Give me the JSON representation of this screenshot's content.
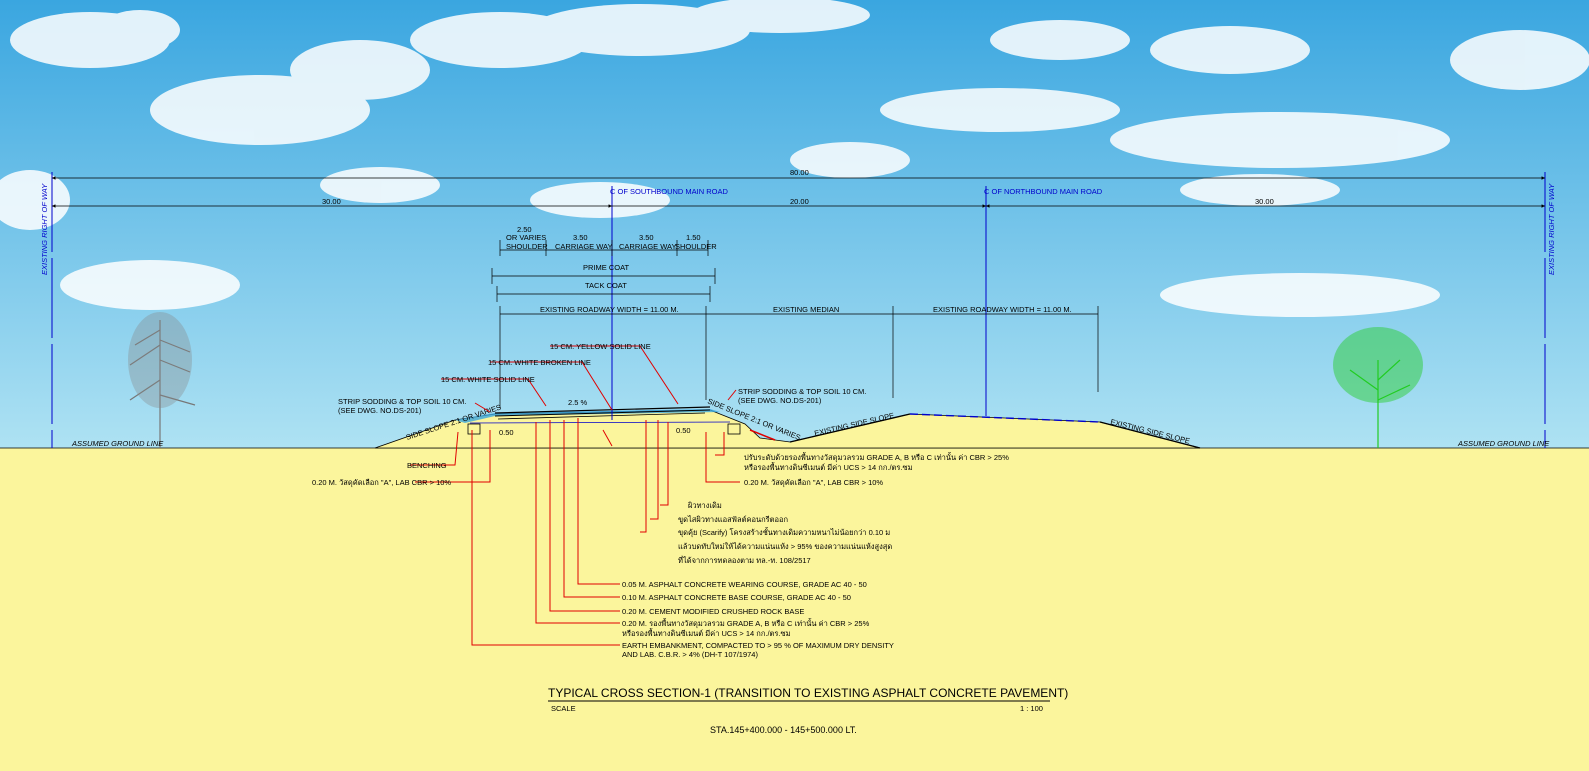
{
  "colors": {
    "sky_top": "#3aa6e0",
    "sky_bottom": "#a9dff2",
    "ground": "#fbf59c",
    "leader": "#e00000",
    "dimension": "#000000",
    "centerline": "#0000cc",
    "tree_left": "#777777",
    "tree_right": "#22cc22"
  },
  "dimensions": {
    "total_width": "80.00",
    "left_row": "30.00",
    "median_width": "20.00",
    "right_row": "30.00",
    "shoulder_left": "2.50",
    "shoulder_left_sub": "OR VARIES",
    "carriage_left": "3.50",
    "carriage_right": "3.50",
    "shoulder_right": "1.50",
    "label_shoulder": "SHOULDER",
    "label_carriage": "CARRIAGE WAY",
    "prime_coat": "PRIME COAT",
    "tack_coat": "TACK COAT",
    "existing_roadway_left": "EXISTING ROADWAY WIDTH = 11.00 M.",
    "existing_median": "EXISTING MEDIAN",
    "existing_roadway_right": "EXISTING ROADWAY WIDTH = 11.00 M.",
    "offset_left": "0.50",
    "offset_right": "0.50",
    "crossfall": "2.5 %"
  },
  "centerlines": {
    "southbound": "C OF SOUTHBOUND MAIN ROAD",
    "northbound": "C OF NORTHBOUND MAIN ROAD"
  },
  "row_labels": {
    "left": "EXISTING RIGHT OF WAY",
    "right": "EXISTING RIGHT OF WAY"
  },
  "ground_labels": {
    "left": "ASSUMED GROUND LINE",
    "right": "ASSUMED GROUND LINE"
  },
  "slope_labels": {
    "side_slope_left": "SIDE SLOPE 2:1 OR VARIES",
    "side_slope_right": "SIDE SLOPE 2:1 OR VARIES",
    "existing_side_slope_1": "EXISTING SIDE SLOPE",
    "existing_side_slope_2": "EXISTING SIDE SLOPE"
  },
  "callouts_top": {
    "yellow_line": "15 CM. YELLOW SOLID LINE",
    "white_broken": "15 CM. WHITE BROKEN LINE",
    "white_solid": "15 CM. WHITE SOLID LINE",
    "strip_left_1": "STRIP SODDING & TOP SOIL 10 CM.",
    "strip_left_2": "(SEE DWG. NO.DS-201)",
    "strip_right_1": "STRIP SODDING & TOP SOIL 10 CM.",
    "strip_right_2": "(SEE DWG. NO.DS-201)"
  },
  "callouts_left": {
    "benching": "BENCHING",
    "selected_material": "0.20 M. วัสดุคัดเลือก \"A\", LAB CBR > 10%"
  },
  "callouts_right": {
    "subbase_1": "ปรับระดับด้วยรองพื้นทางวัสดุมวลรวม GRADE A, B หรือ C เท่านั้น ค่า CBR > 25%",
    "subbase_2": "หรือรองพื้นทางดินซีเมนต์ มีค่า UCS > 14 กก./ตร.ซม",
    "selected_material": "0.20 M. วัสดุคัดเลือก \"A\", LAB CBR > 10%",
    "existing_surface": "ผิวทางเดิม",
    "remove_surface": "ขูดไสผิวทางแอสฟัลต์คอนกรีตออก",
    "scarify_1": "ขุดคุ้ย (Scarify) โครงสร้างชั้นทางเดิมความหนาไม่น้อยกว่า 0.10 ม",
    "scarify_2": "แล้วบดทับใหม่ให้ได้ความแน่นแห้ง > 95% ของความแน่นแห้งสูงสุด",
    "scarify_3": "ที่ได้จากการทดลองตาม ทล.-ท. 108/2517"
  },
  "layers": [
    "0.05 M. ASPHALT CONCRETE WEARING COURSE, GRADE AC 40 - 50",
    "0.10 M. ASPHALT CONCRETE BASE COURSE, GRADE AC 40 - 50",
    "0.20 M. CEMENT MODIFIED CRUSHED ROCK BASE",
    "0.20 M. รองพื้นทางวัสดุมวลรวม GRADE A, B หรือ C เท่านั้น ค่า CBR > 25%",
    "หรือรองพื้นทางดินซีเมนต์ มีค่า UCS > 14 กก./ตร.ซม",
    "EARTH EMBANKMENT, COMPACTED TO > 95 % OF MAXIMUM DRY DENSITY",
    "AND LAB. C.B.R. > 4% (DH-T 107/1974)"
  ],
  "title": {
    "main": "TYPICAL CROSS SECTION-1 (TRANSITION TO EXISTING ASPHALT CONCRETE PAVEMENT)",
    "scale_label": "SCALE",
    "scale_value": "1 : 100",
    "station": "STA.145+400.000 - 145+500.000 LT."
  }
}
